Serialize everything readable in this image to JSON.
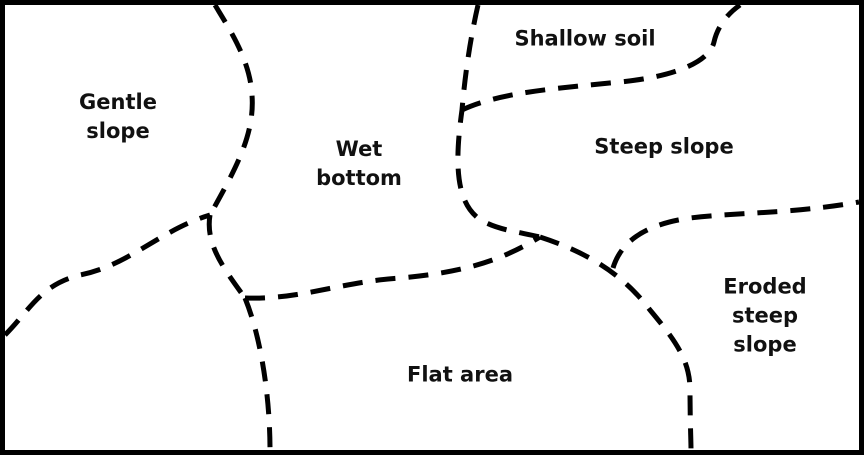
{
  "zones": {
    "gentle_slope": "Gentle\nslope",
    "wet_bottom": "Wet\nbottom",
    "shallow_soil": "Shallow soil",
    "steep_slope": "Steep slope",
    "flat_area": "Flat area",
    "eroded_steep_slope": "Eroded\nsteep\nslope"
  }
}
